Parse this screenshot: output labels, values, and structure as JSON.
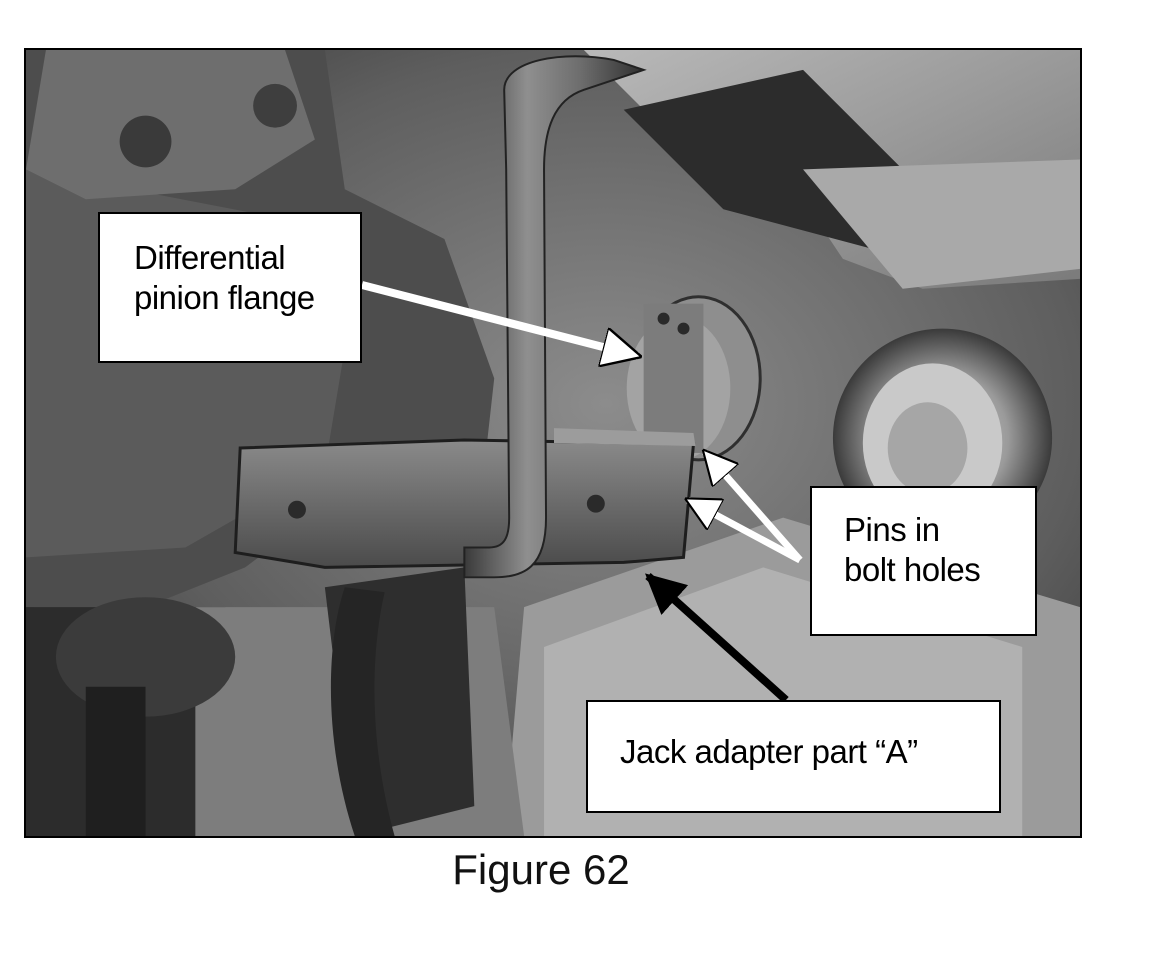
{
  "callouts": {
    "differential": {
      "line1": "Differential",
      "line2": "pinion flange"
    },
    "pins": {
      "line1": "Pins in",
      "line2": "bolt holes"
    },
    "jack": {
      "line1": "Jack adapter part “A”"
    }
  },
  "caption": "Figure 62",
  "colors": {
    "white_arrow": "#ffffff",
    "black_arrow": "#000000",
    "frame": "#000000"
  }
}
